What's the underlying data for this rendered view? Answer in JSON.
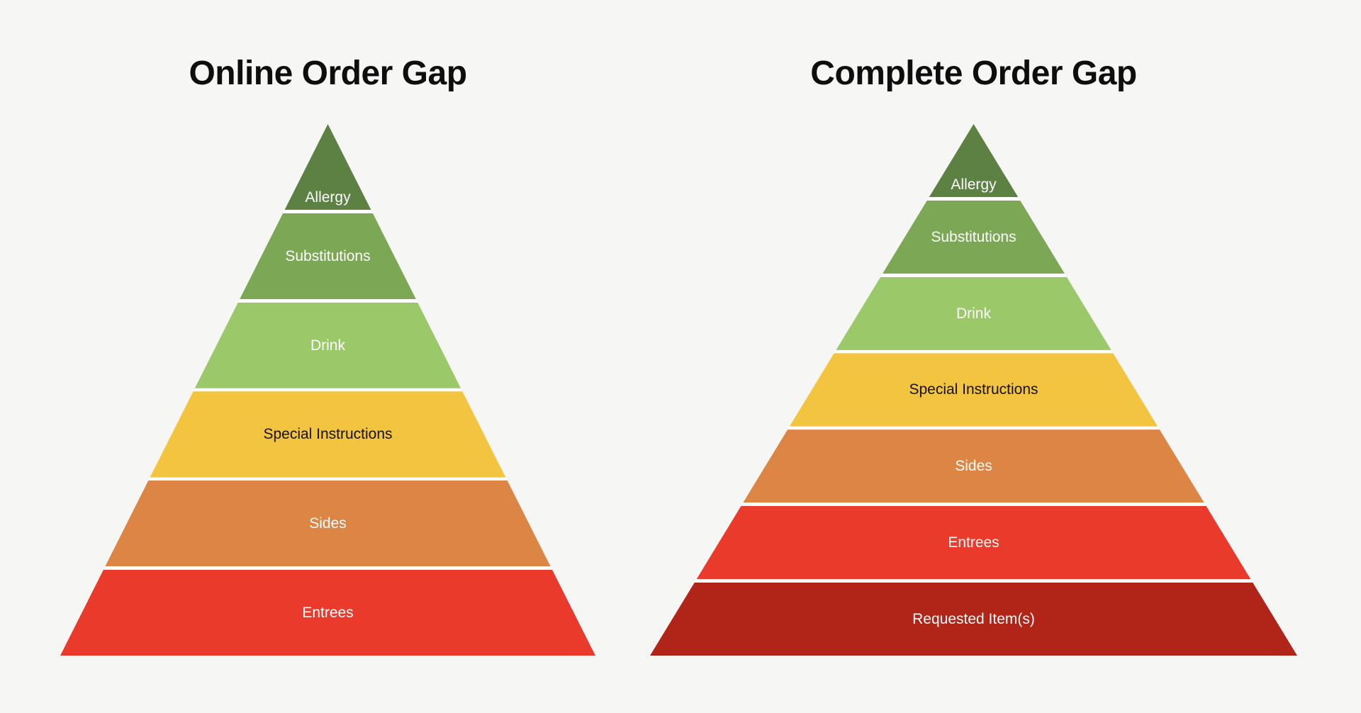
{
  "page": {
    "background": "#f6f6f4",
    "divider_color": "#ffffff",
    "title_color": "#0e0e0e"
  },
  "charts": [
    {
      "title": "Online Order Gap",
      "levels": [
        {
          "label": "Allergy",
          "color": "#5d8142",
          "text_color": "#ffffff"
        },
        {
          "label": "Substitutions",
          "color": "#7ca855",
          "text_color": "#ffffff"
        },
        {
          "label": "Drink",
          "color": "#9bc96a",
          "text_color": "#ffffff"
        },
        {
          "label": "Special Instructions",
          "color": "#f2c440",
          "text_color": "#171207"
        },
        {
          "label": "Sides",
          "color": "#dd8545",
          "text_color": "#ffffff"
        },
        {
          "label": "Entrees",
          "color": "#e93a2c",
          "text_color": "#ffffff"
        }
      ]
    },
    {
      "title": "Complete Order Gap",
      "levels": [
        {
          "label": "Allergy",
          "color": "#5d8142",
          "text_color": "#ffffff"
        },
        {
          "label": "Substitutions",
          "color": "#7ca855",
          "text_color": "#ffffff"
        },
        {
          "label": "Drink",
          "color": "#9bc96a",
          "text_color": "#ffffff"
        },
        {
          "label": "Special Instructions",
          "color": "#f2c440",
          "text_color": "#171207"
        },
        {
          "label": "Sides",
          "color": "#dd8545",
          "text_color": "#ffffff"
        },
        {
          "label": "Entrees",
          "color": "#e93a2c",
          "text_color": "#ffffff"
        },
        {
          "label": "Requested Item(s)",
          "color": "#b02518",
          "text_color": "#ffffff"
        }
      ]
    }
  ]
}
